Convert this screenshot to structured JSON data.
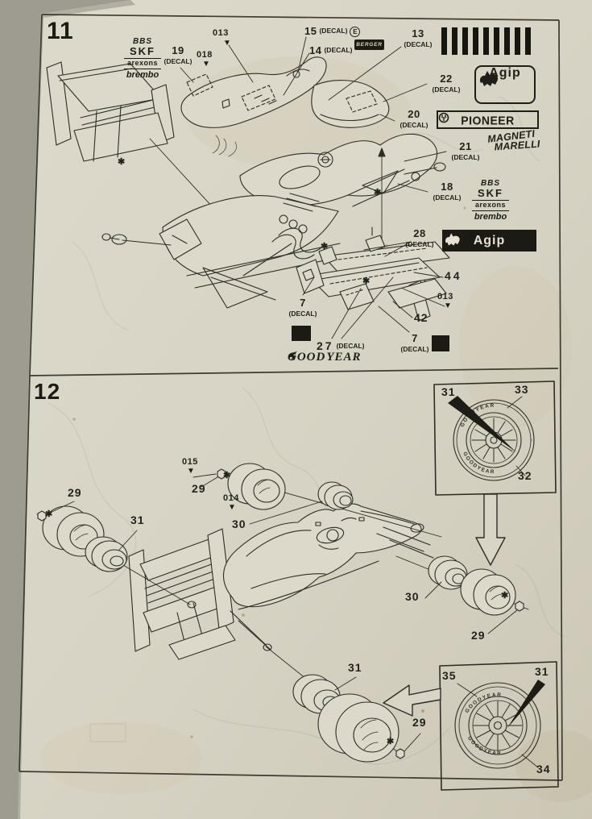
{
  "sheet": {
    "symbols": {
      "asterisk": "✱",
      "triangle": "▼"
    },
    "step11": {
      "number": "11",
      "sponsor_stack_top": {
        "line1": "BBS",
        "line2": "SKF",
        "line3": "arexons",
        "line4": "brembo"
      },
      "sponsor_stack_right": {
        "line1": "BBS",
        "line2": "SKF",
        "line3": "arexons",
        "line4": "brembo"
      },
      "callouts": {
        "c19": {
          "num": "19",
          "sub": "(DECAL)"
        },
        "c018": {
          "num": "018"
        },
        "c013a": {
          "num": "013"
        },
        "c15": {
          "num": "15",
          "sub": "(DECAL)",
          "badge": "E"
        },
        "c14": {
          "num": "14",
          "sub": "(DECAL)"
        },
        "c13": {
          "num": "13",
          "sub": "(DECAL)"
        },
        "c22": {
          "num": "22",
          "sub": "(DECAL)"
        },
        "c20": {
          "num": "20",
          "sub": "(DECAL)"
        },
        "c21": {
          "num": "21",
          "sub": "(DECAL)"
        },
        "c18": {
          "num": "18",
          "sub": "(DECAL)"
        },
        "c28": {
          "num": "28",
          "sub": "(DECAL)"
        },
        "c44": {
          "num": "44"
        },
        "c013b": {
          "num": "013"
        },
        "c42": {
          "num": "42"
        },
        "c7a": {
          "num": "7",
          "sub": "(DECAL)"
        },
        "c27": {
          "num": "27",
          "sub": "(DECAL)"
        },
        "c7b": {
          "num": "7",
          "sub": "(DECAL)"
        }
      },
      "logos": {
        "berger": "BERGER",
        "agip_box": "Agip",
        "pioneer": "PIONEER",
        "magneti": "MAGNETI",
        "marelli": "MARELLI",
        "agip_bar": "Agip",
        "goodyear_good": "GOOD",
        "goodyear_year": "YEAR"
      }
    },
    "step12": {
      "number": "12",
      "tire_brand": "GOODYEAR",
      "callouts": {
        "c015": {
          "num": "015"
        },
        "c014": {
          "num": "014"
        },
        "c29a": {
          "num": "29"
        },
        "c29b": {
          "num": "29"
        },
        "c29c": {
          "num": "29"
        },
        "c29d": {
          "num": "29"
        },
        "c30a": {
          "num": "30"
        },
        "c30b": {
          "num": "30"
        },
        "c31a": {
          "num": "31"
        },
        "c31b": {
          "num": "31"
        }
      },
      "wheel_box_top": {
        "c31": "31",
        "c33": "33",
        "c32": "32"
      },
      "wheel_box_bottom": {
        "c35": "35",
        "c31": "31",
        "c34": "34"
      }
    }
  }
}
